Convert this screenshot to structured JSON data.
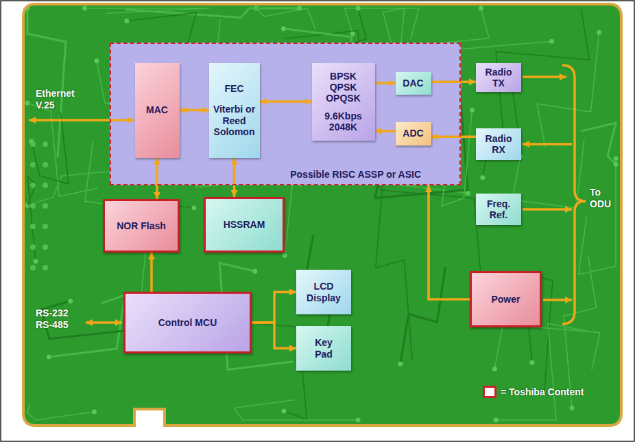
{
  "diagram": {
    "nodes": [
      {
        "text": [
          "Possible RISC ASSP or ASIC"
        ]
      },
      {
        "text": [
          "MAC"
        ],
        "in": 0
      },
      {
        "text": [
          "FEC",
          "Viterbi or Reed Solomon"
        ],
        "in": 0
      },
      {
        "text": [
          "BPSK QPSK OPQSK",
          "9.6Kbps 2048K"
        ],
        "in": 0
      },
      {
        "text": [
          "DAC"
        ],
        "in": 0
      },
      {
        "text": [
          "ADC"
        ],
        "in": 0
      },
      {
        "text": [
          "Radio TX"
        ]
      },
      {
        "text": [
          "Radio RX"
        ]
      },
      {
        "text": [
          "Freq. Ref."
        ]
      },
      {
        "text": [
          "NOR Flash"
        ]
      },
      {
        "text": [
          "HSSRAM"
        ]
      },
      {
        "text": [
          "Power"
        ]
      },
      {
        "text": [
          "Control MCU"
        ]
      },
      {
        "text": [
          "LCD Display"
        ]
      },
      {
        "text": [
          "Key Pad"
        ]
      }
    ],
    "edges": [
      {
        "from": 1,
        "to": 2,
        "arrow": "both"
      },
      {
        "from": 2,
        "to": 3,
        "arrow": "both"
      },
      {
        "from": 3,
        "to": 4,
        "arrow": "to"
      },
      {
        "from": 5,
        "to": 3,
        "arrow": "to"
      },
      {
        "from": 4,
        "to": 6,
        "arrow": "to"
      },
      {
        "from": 7,
        "to": 5,
        "arrow": "to"
      },
      {
        "from": 1,
        "to": 9,
        "arrow": "both"
      },
      {
        "from": 2,
        "to": 10,
        "arrow": "both"
      },
      {
        "from": 12,
        "to": 9,
        "arrow": "to"
      },
      {
        "from": 12,
        "to": 13,
        "arrow": "to"
      },
      {
        "from": 12,
        "to": 14,
        "arrow": "to"
      },
      {
        "from": 11,
        "to": 0,
        "arrow": "to"
      }
    ],
    "labels": [
      "Ethernet V.25",
      "RS-232 RS-485",
      "To ODU"
    ],
    "legend": [
      {
        "text": "= Toshiba Content",
        "color": "#d0202a"
      }
    ]
  }
}
